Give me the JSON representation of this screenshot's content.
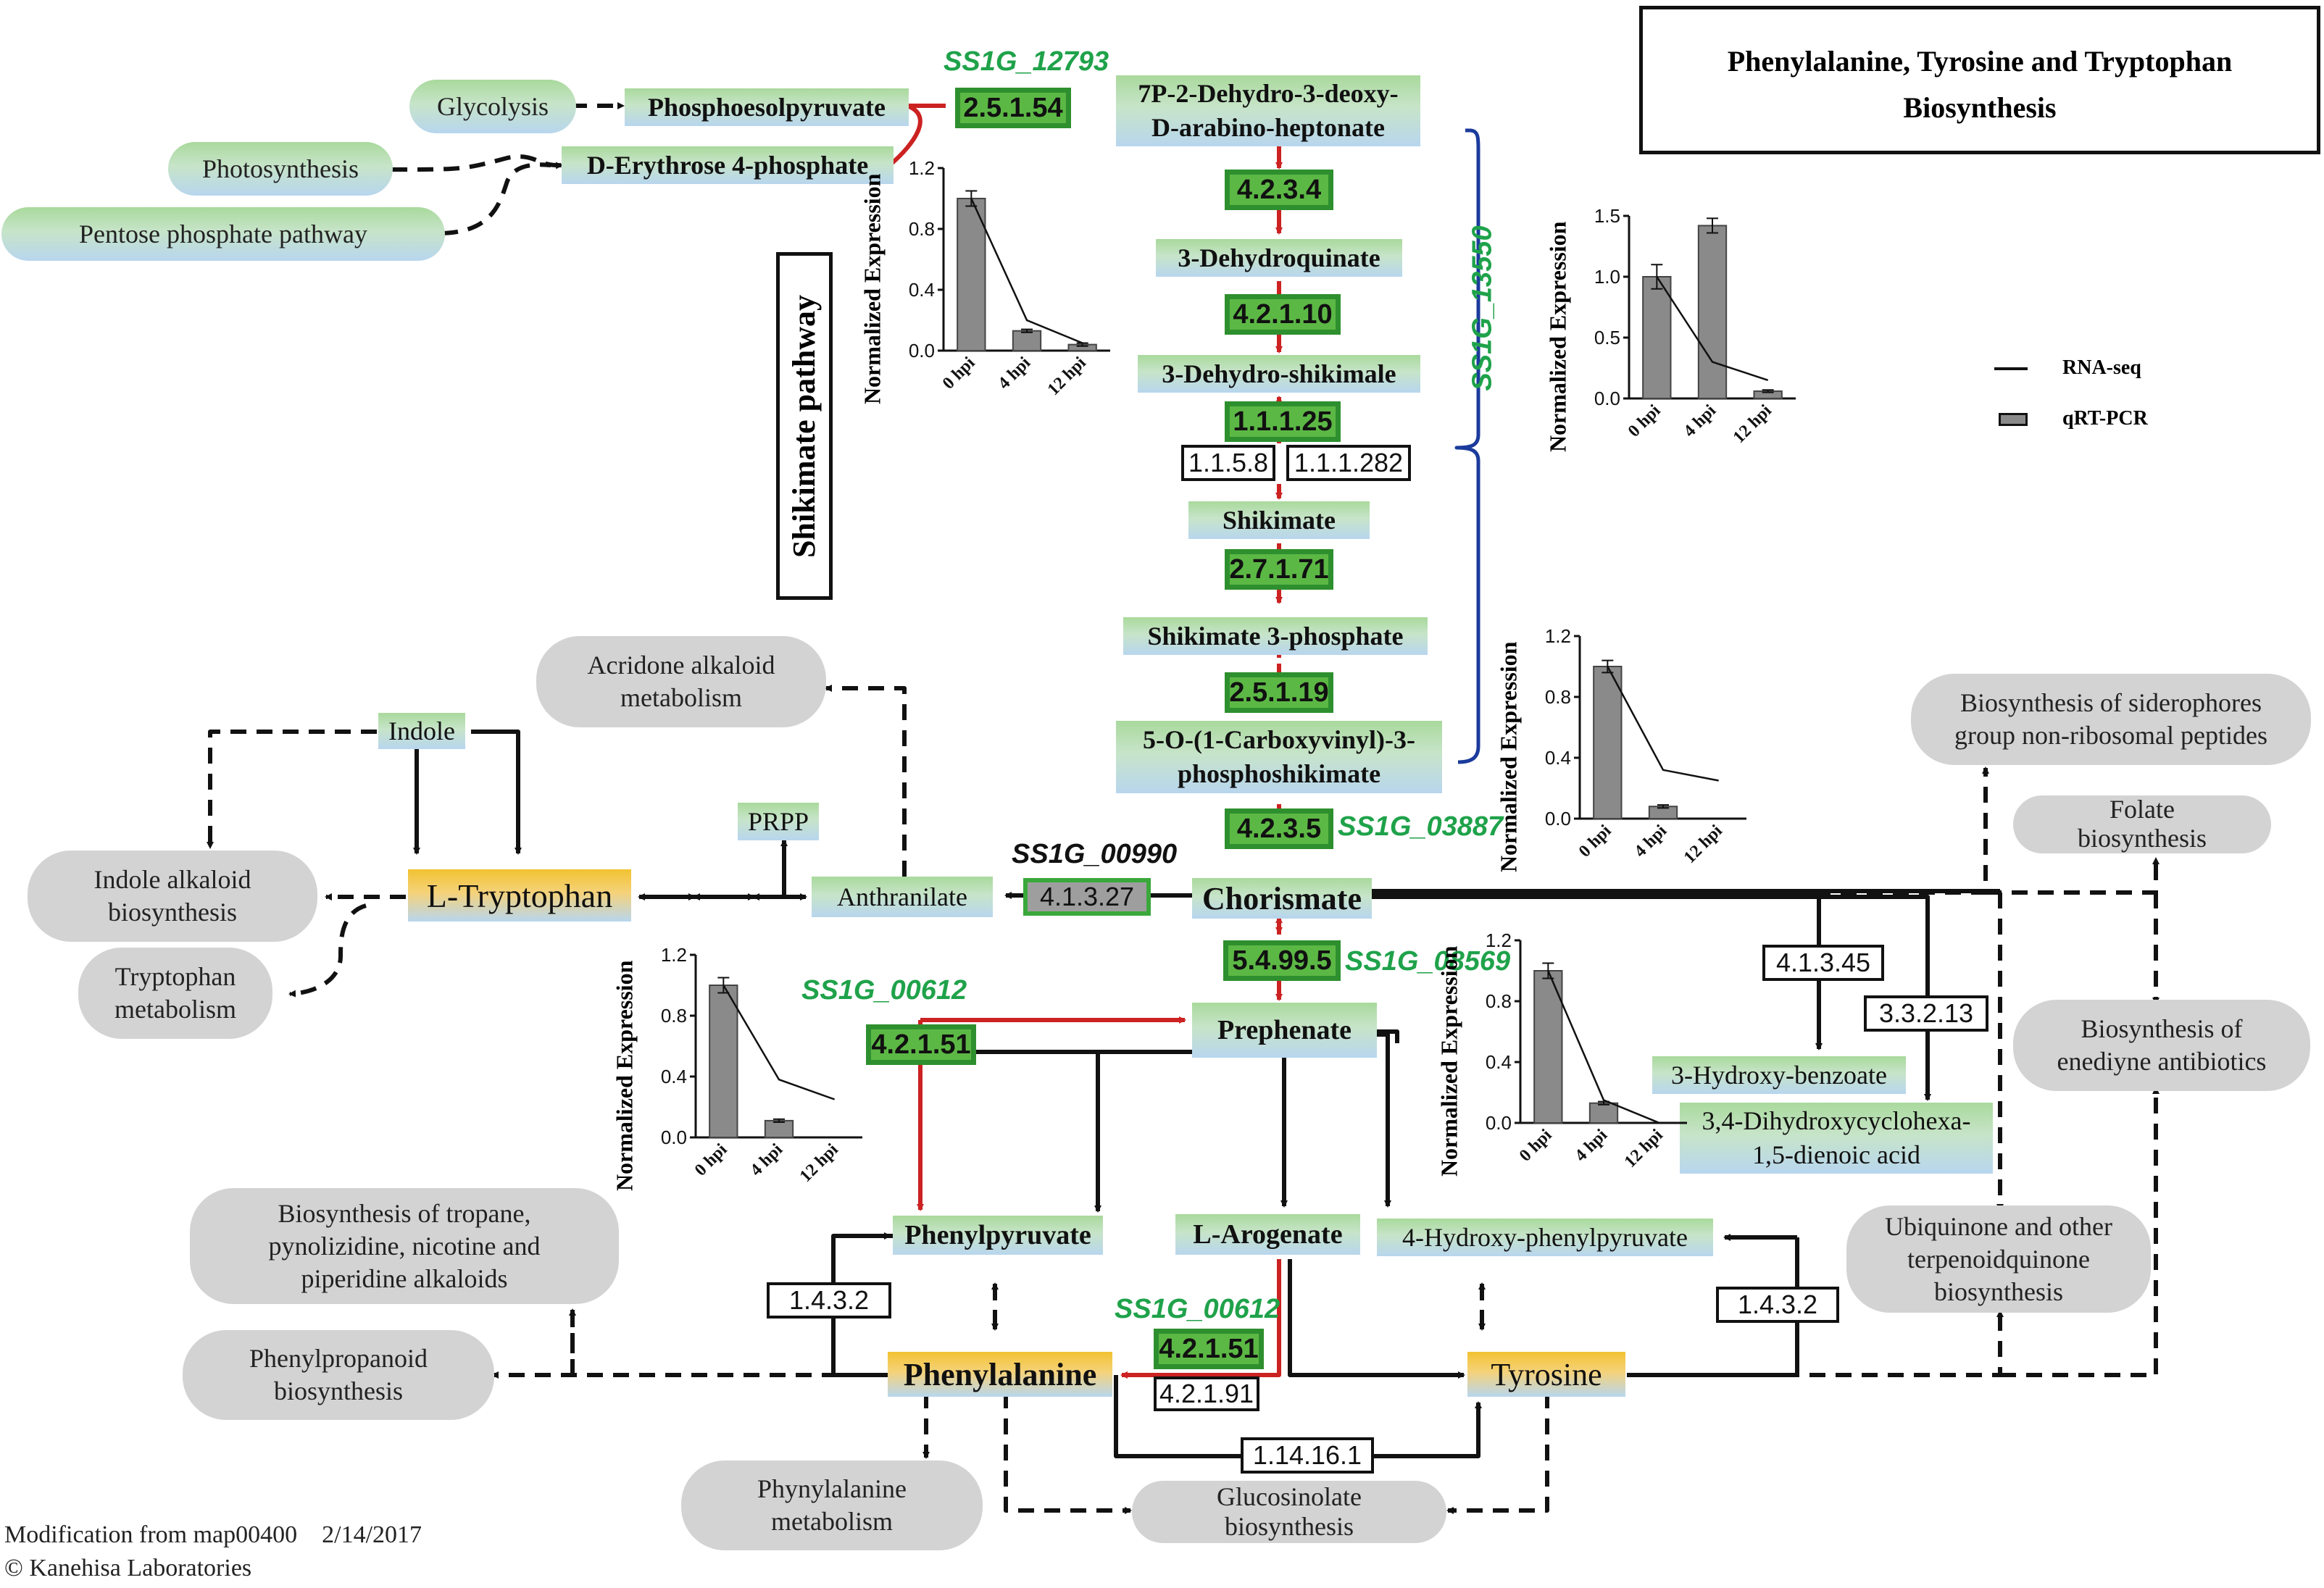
{
  "title": {
    "line1": "Phenylalanine, Tyrosine and Tryptophan",
    "line2": "Biosynthesis"
  },
  "shikimate_label": "Shikimate pathway",
  "footer": {
    "line1": "Modification from map00400    2/14/2017",
    "line2": "© Kanehisa Laboratories"
  },
  "legend": {
    "rna": "RNA-seq",
    "qpcr": "qRT-PCR"
  },
  "compounds": {
    "pep": "Phosphoesolpyruvate",
    "e4p": "D-Erythrose 4-phosphate",
    "dahp1": "7P-2-Dehydro-3-deoxy-",
    "dahp2": "D-arabino-heptonate",
    "dhq": "3-Dehydroquinate",
    "dhs": "3-Dehydro-shikimale",
    "shik": "Shikimate",
    "s3p": "Shikimate 3-phosphate",
    "epsp1": "5-O-(1-Carboxyvinyl)-3-",
    "epsp2": "phosphoshikimate",
    "chor": "Chorismate",
    "preph": "Prephenate",
    "phepyr": "Phenylpyruvate",
    "arog": "L-Arogenate",
    "hpp": "4-Hydroxy-phenylpyruvate",
    "phe": "Phenylalanine",
    "tyr": "Tyrosine",
    "trp": "L-Tryptophan",
    "anth": "Anthranilate",
    "indole": "Indole",
    "prpp": "PRPP",
    "hb": "3-Hydroxy-benzoate",
    "dhcd1": "3,4-Dihydroxycyclohexa-",
    "dhcd2": "1,5-dienoic acid"
  },
  "pathways": {
    "glycolysis": "Glycolysis",
    "photosynthesis": "Photosynthesis",
    "ppp": "Pentose phosphate pathway",
    "acridone1": "Acridone alkaloid",
    "acridone2": "metabolism",
    "indole_alk1": "Indole alkaloid",
    "indole_alk2": "biosynthesis",
    "trp_met1": "Tryptophan",
    "trp_met2": "metabolism",
    "sidero1": "Biosynthesis of siderophores",
    "sidero2": "group non-ribosomal peptides",
    "folate1": "Folate",
    "folate2": "biosynthesis",
    "enediyne1": "Biosynthesis of",
    "enediyne2": "enediyne antibiotics",
    "ubiq1": "Ubiquinone and other",
    "ubiq2": "terpenoidquinone",
    "ubiq3": "biosynthesis",
    "tropane1": "Biosynthesis of tropane,",
    "tropane2": "pynolizidine, nicotine and",
    "tropane3": "piperidine alkaloids",
    "phenylprop1": "Phenylpropanoid",
    "phenylprop2": "biosynthesis",
    "phemet1": "Phynylalanine",
    "phemet2": "metabolism",
    "gluco1": "Glucosinolate",
    "gluco2": "biosynthesis"
  },
  "enzymes": {
    "e25154": "2.5.1.54",
    "e4234": "4.2.3.4",
    "e42110": "4.2.1.10",
    "e11125": "1.1.1.25",
    "e1158": "1.1.5.8",
    "e111282": "1.1.1.282",
    "e27171": "2.7.1.71",
    "e25119": "2.5.1.19",
    "e4235": "4.2.3.5",
    "e54995": "5.4.99.5",
    "e41327": "4.1.3.27",
    "e42151a": "4.2.1.51",
    "e42151b": "4.2.1.51",
    "e42191": "4.2.1.91",
    "e4143a": "1.4.3.2",
    "e4143b": "1.4.3.2",
    "e114161": "1.14.16.1",
    "e41345": "4.1.3.45",
    "e33213": "3.3.2.13"
  },
  "genes": {
    "g12793": "SS1G_12793",
    "g13550": "SS1G_13550",
    "g03887": "SS1G_03887",
    "g00990": "SS1G_00990",
    "g08569": "SS1G_08569",
    "g00612a": "SS1G_00612",
    "g00612b": "SS1G_00612"
  },
  "colors": {
    "pathway_arrow": "#cc2222",
    "bracket": "#1b3b9c",
    "enzyme_green": "#5cb845",
    "gene_green": "#1fa24a",
    "amino_gold": "#f2c232"
  },
  "chart_data": [
    {
      "id": "SS1G_12793",
      "type": "bar",
      "ylabel": "Normalized Expression",
      "categories": [
        "0 hpi",
        "4 hpi",
        "12 hpi"
      ],
      "values": [
        1.0,
        0.13,
        0.04
      ],
      "errors": [
        0.05,
        0.01,
        0.01
      ],
      "line_values": [
        1.0,
        0.2,
        0.05
      ],
      "ylim": [
        0,
        1.2
      ],
      "yticks": [
        "0.0",
        "0.4",
        "0.8",
        "1.2"
      ]
    },
    {
      "id": "SS1G_13550",
      "type": "bar",
      "ylabel": "Normalized Expression",
      "categories": [
        "0 hpi",
        "4 hpi",
        "12 hpi"
      ],
      "values": [
        1.0,
        1.42,
        0.06
      ],
      "errors": [
        0.1,
        0.06,
        0.01
      ],
      "line_values": [
        1.0,
        0.3,
        0.15
      ],
      "ylim": [
        0,
        1.5
      ],
      "yticks": [
        "0.0",
        "0.5",
        "1.0",
        "1.5"
      ]
    },
    {
      "id": "SS1G_03887",
      "type": "bar",
      "ylabel": "Normalized Expression",
      "categories": [
        "0 hpi",
        "4 hpi",
        "12 hpi"
      ],
      "values": [
        1.0,
        0.08,
        0.0
      ],
      "errors": [
        0.04,
        0.01,
        0.0
      ],
      "line_values": [
        1.0,
        0.32,
        0.25
      ],
      "ylim": [
        0,
        1.2
      ],
      "yticks": [
        "0.0",
        "0.4",
        "0.8",
        "1.2"
      ]
    },
    {
      "id": "SS1G_00612",
      "type": "bar",
      "ylabel": "Normalized Expression",
      "categories": [
        "0 hpi",
        "4 hpi",
        "12 hpi"
      ],
      "values": [
        1.0,
        0.11,
        0.0
      ],
      "errors": [
        0.05,
        0.01,
        0.0
      ],
      "line_values": [
        1.0,
        0.38,
        0.25
      ],
      "ylim": [
        0,
        1.2
      ],
      "yticks": [
        "0.0",
        "0.4",
        "0.8",
        "1.2"
      ]
    },
    {
      "id": "SS1G_08569",
      "type": "bar",
      "ylabel": "Normalized Expression",
      "categories": [
        "0 hpi",
        "4 hpi",
        "12 hpi"
      ],
      "values": [
        1.0,
        0.13,
        0.0
      ],
      "errors": [
        0.05,
        0.01,
        0.0
      ],
      "line_values": [
        1.0,
        0.15,
        0.0
      ],
      "ylim": [
        0,
        1.2
      ],
      "yticks": [
        "0.0",
        "0.4",
        "0.8",
        "1.2"
      ]
    }
  ]
}
